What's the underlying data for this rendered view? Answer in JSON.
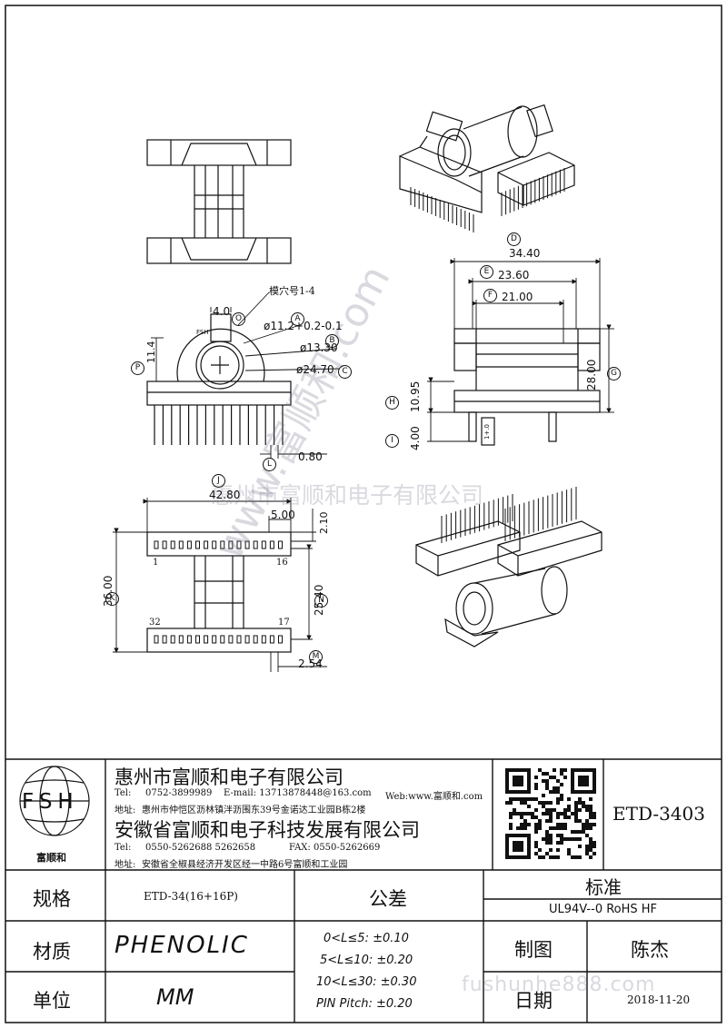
{
  "drawing": {
    "mold_label": "模穴号1-4",
    "circle_labels": {
      "A": "A",
      "B": "B",
      "C": "C",
      "D": "D",
      "E": "E",
      "F": "F",
      "G": "G",
      "H": "H",
      "I": "I",
      "J": "J",
      "K": "K",
      "L": "L",
      "M": "M",
      "N": "N",
      "P": "P",
      "O": "O"
    },
    "dims": {
      "d_a": "ø11.2+0.2-0.1",
      "d_b": "ø13.30",
      "d_c": "ø24.70",
      "d_d": "34.40",
      "d_e": "23.60",
      "d_f": "21.00",
      "d_g": "28.00",
      "d_h": "10.95",
      "d_i": "4.00",
      "d_o": "4.0",
      "d_p": "11.4",
      "d_pin": "0.80",
      "d_j": "42.80",
      "d_k": "36.00",
      "d_n": "25.40",
      "d_m": "2.54",
      "d_500": "5.00",
      "d_210": "2.10",
      "pin_1": "1",
      "pin_16": "16",
      "pin_17": "17",
      "pin_32": "32",
      "small_mark": "1+.0"
    },
    "fsh_small": "FSH"
  },
  "watermark": {
    "company": "惠州市富顺和电子有限公司",
    "diag": "www.富顺和.com",
    "site": "fushunhe888.com"
  },
  "title_block": {
    "logo_text": "FSH",
    "logo_cn": "富顺和",
    "company1": "惠州市富顺和电子有限公司",
    "tel1_label": "Tel:",
    "tel1": "0752-3899989",
    "email": "E-mail: 13713878448@163.com",
    "web": "Web:www.富顺和.com",
    "addr1_label": "地址:",
    "addr1": "惠州市仲恺区沥林镇泮沥围东39号金诺达工业园B栋2楼",
    "company2": "安徽省富顺和电子科技发展有限公司",
    "tel2_label": "Tel:",
    "tel2": "0550-5262688  5262658",
    "fax": "FAX:  0550-5262669",
    "addr2_label": "地址:",
    "addr2": "安徽省全椒县经济开发区经一中路6号富顺和工业园",
    "part_no": "ETD-3403",
    "spec_label": "规格",
    "spec_value": "ETD-34(16+16P)",
    "tol_label": "公差",
    "std_label": "标准",
    "std_value": "UL94V--0  RoHS HF",
    "material_label": "材质",
    "material_value": "PHENOLIC",
    "tol_lines": [
      "0<L≤5: ±0.10",
      "5<L≤10: ±0.20",
      "10<L≤30: ±0.30",
      "PIN Pitch: ±0.20"
    ],
    "drawn_label": "制图",
    "drawn_value": "陈杰",
    "unit_label": "单位",
    "unit_value": "MM",
    "date_label": "日期",
    "date_value": "2018-11-20"
  }
}
